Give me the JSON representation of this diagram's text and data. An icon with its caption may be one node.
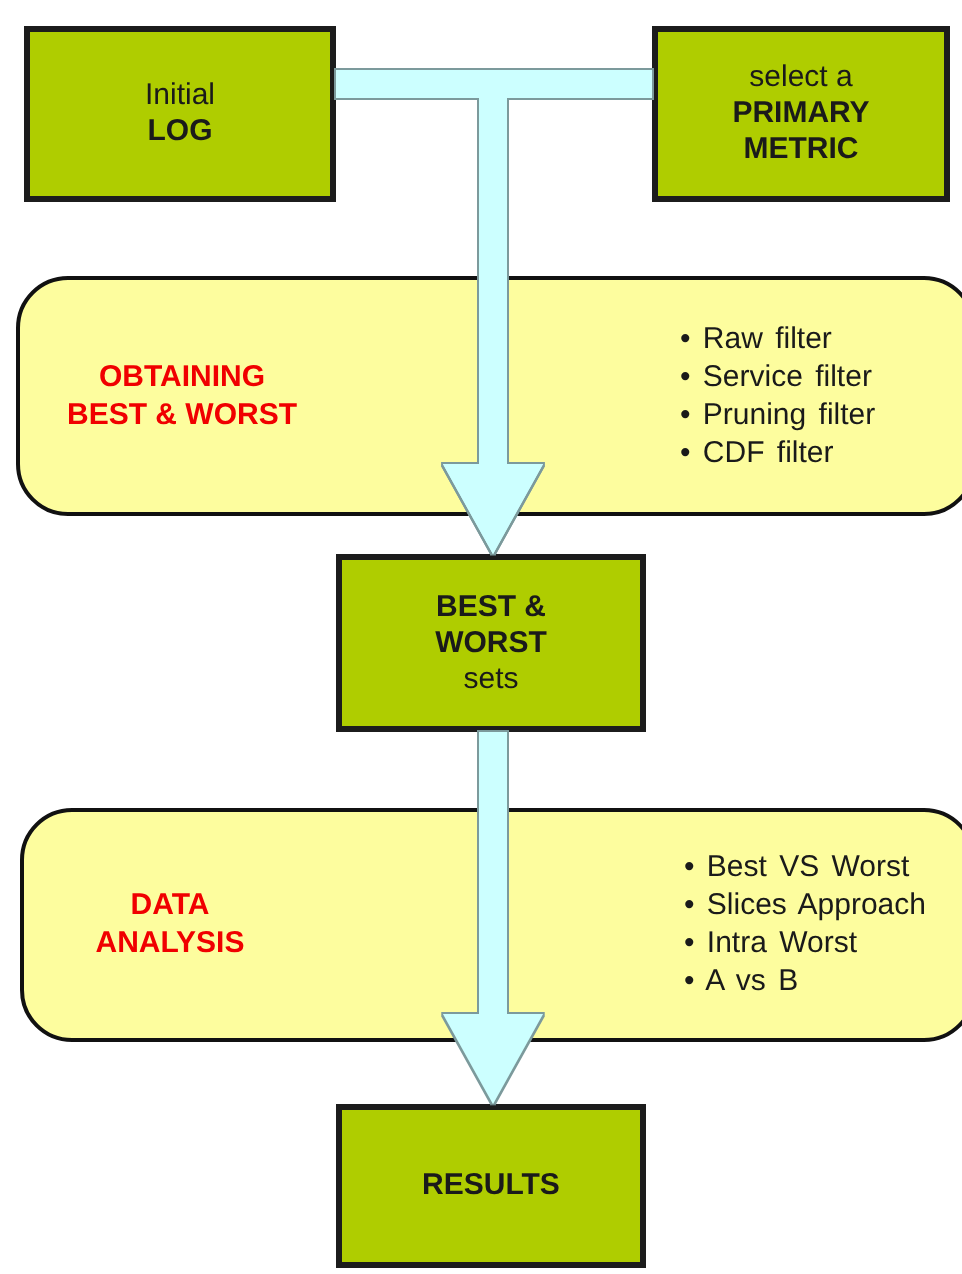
{
  "diagram": {
    "nodes": [
      {
        "text": [
          "Initial",
          "LOG"
        ]
      },
      {
        "text": [
          "select a",
          "PRIMARY METRIC"
        ]
      },
      {
        "text": [
          "OBTAINING BEST & WORST",
          "• Raw filter",
          "• Service filter",
          "• Pruning filter",
          "• CDF filter"
        ]
      },
      {
        "text": [
          "BEST & WORST",
          "sets"
        ]
      },
      {
        "text": [
          "DATA ANALYSIS",
          "• Best VS Worst",
          "• Slices Approach",
          "• Intra Worst",
          "• A vs B"
        ]
      },
      {
        "text": [
          "RESULTS"
        ]
      }
    ],
    "edges": [
      {
        "from": 0,
        "to": 3,
        "arrow": "to"
      },
      {
        "from": 1,
        "to": 3,
        "arrow": "to"
      },
      {
        "from": 3,
        "to": 5,
        "arrow": "to"
      }
    ]
  }
}
